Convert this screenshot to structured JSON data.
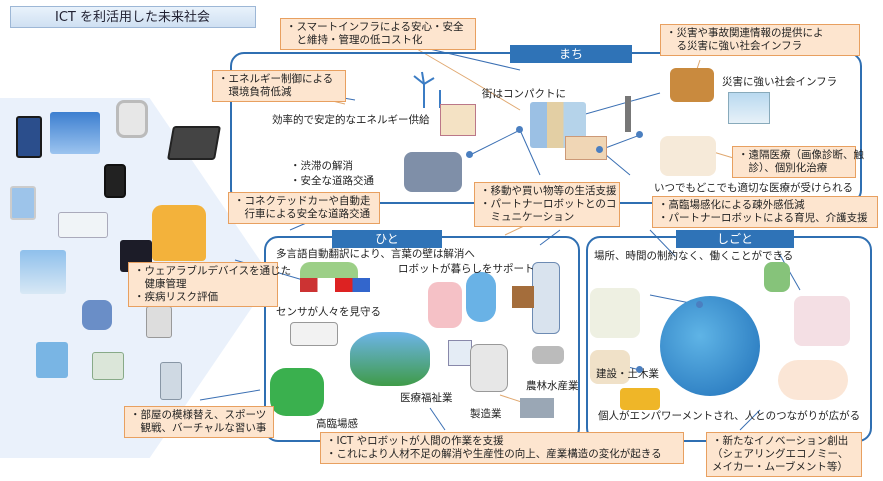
{
  "title": "ICT を利活用した未来社会",
  "sections": {
    "machi": "まち",
    "hito": "ひと",
    "shigoto": "しごと"
  },
  "notes": {
    "smart_infra": [
      "・スマートインフラによる安心・安全",
      "　と維持・管理の低コスト化"
    ],
    "energy": [
      "・エネルギー制御による",
      "　環境負荷低減"
    ],
    "disaster": [
      "・災害や事故関連情報の提供によ",
      "　る災害に強い社会インフラ"
    ],
    "medical": [
      "・遠隔医療（画像診断、触",
      "　診）、個別化治療"
    ],
    "connected_car": [
      "・コネクテッドカーや自動走",
      "　行車による安全な道路交通"
    ],
    "mobility": [
      "・移動や買い物等の生活支援",
      "・パートナーロボットとのコ",
      "　ミュニケーション"
    ],
    "elderly": [
      "・高臨場感化による疎外感低減",
      "・パートナーロボットによる育児、介護支援"
    ],
    "wearable": [
      "・ウェアラブルデバイスを通じた",
      "　健康管理",
      "・疾病リスク評価"
    ],
    "room": [
      "・部屋の模様替え、スポーツ",
      "　観戦、バーチャルな習い事"
    ],
    "ict_robot": [
      "・ICT やロボットが人間の作業を支援",
      "・これにより人材不足の解消や生産性の向上、産業構造の変化が起きる"
    ],
    "innovation": [
      "・新たなイノベーション創出",
      "（シェアリングエコノミー、",
      "メイカー・ムーブメント等）"
    ]
  },
  "labels": {
    "compact_city": "街はコンパクトに",
    "efficient_energy": "効率的で安定的なエネルギー供給",
    "disaster_strong": "災害に強い社会インフラ",
    "medical_anywhere": "いつでもどこでも適切な医療が受けられる",
    "congestion": "・渋滞の解消",
    "safe_traffic": "・安全な道路交通",
    "translation": "多言語自動翻訳により、言葉の壁は解消へ",
    "robot_support": "ロボットが暮らしをサポート",
    "sensor": "センサが人々を見守る",
    "welfare": "医療福祉業",
    "agriculture": "農林水産業",
    "manufacturing": "製造業",
    "presence": "高臨場感",
    "construction": "建設・土木業",
    "work_anywhere": "場所、時間の制約なく、働くことができる",
    "empowerment": "個人がエンパワーメントされ、人とのつながりが広がる"
  },
  "colors": {
    "frame": "#2f6fb2",
    "label_bg": "#2f73b7",
    "note_bg": "#fde5cf",
    "note_border": "#e8a060",
    "panel": "#eaf1fb"
  },
  "icons": [
    "phone-icon",
    "tablet-icon",
    "smartwatch-icon",
    "laptop-icon",
    "wind-turbine-icon",
    "solar-house-icon",
    "robot-icon",
    "globe-icon",
    "drone-icon",
    "factory-icon",
    "excavator-icon",
    "hospital-icon",
    "vr-headset-icon"
  ]
}
